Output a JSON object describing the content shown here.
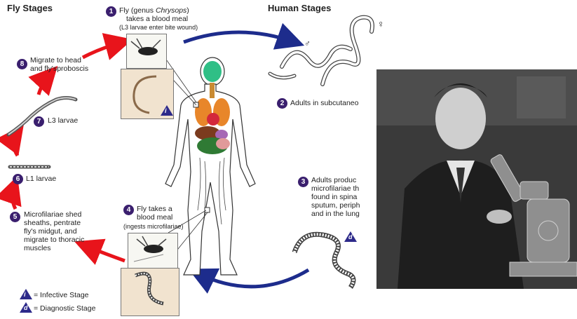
{
  "headers": {
    "fly": "Fly Stages",
    "human": "Human Stages"
  },
  "steps": [
    {
      "num": "1",
      "line1_pre": "Fly (genus ",
      "line1_italic": "Chrysops",
      "line1_post": ")",
      "line2": "takes a blood meal",
      "sub": "(L3 larvae enter bite wound)"
    },
    {
      "num": "2",
      "text": "Adults in subcutaneo"
    },
    {
      "num": "3",
      "lines": [
        "Adults produc",
        "microfilariae th",
        "found in spina",
        "sputum, periph",
        "and in the lung"
      ]
    },
    {
      "num": "4",
      "line1": "Fly takes a",
      "line2": "blood meal",
      "sub": "(ingests microfilariae)"
    },
    {
      "num": "5",
      "lines": [
        "Microfilariae shed",
        "sheaths, pentrate",
        "fly's midgut, and",
        "migrate to thoracic",
        "muscles"
      ]
    },
    {
      "num": "6",
      "text": "L1 larvae"
    },
    {
      "num": "7",
      "text": "L3 larvae"
    },
    {
      "num": "8",
      "lines": [
        "Migrate to head",
        "and fly'sproboscis"
      ]
    }
  ],
  "sex_symbols": {
    "female": "♀",
    "male": "♂"
  },
  "badges": {
    "infective": "i",
    "diagnostic": "d"
  },
  "legend": {
    "infective": "= Infective Stage",
    "diagnostic": "= Diagnostic Stage"
  },
  "colors": {
    "red_arrow": "#e8141b",
    "blue_arrow": "#1d2c8c",
    "step_circle": "#3a1f6e",
    "badge": "#2d2a8a",
    "inset_bg": "#f1e3cf"
  }
}
